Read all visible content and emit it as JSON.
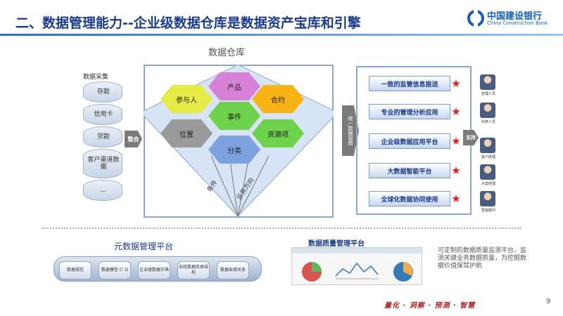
{
  "header": {
    "title": "二、数据管理能力--企业级数据仓库是数据资产宝库和引擎",
    "logo_cn": "中国建设银行",
    "logo_en": "China Construction Bank"
  },
  "warehouse": {
    "title": "数据仓库",
    "hexes": {
      "product": "产品",
      "party": "参与人",
      "contract": "合约",
      "event": "事件",
      "location": "位置",
      "resource": "资源项",
      "classification": "分类"
    },
    "dimensions": [
      "条件",
      "业务方向"
    ]
  },
  "sources": {
    "label": "数据采集",
    "items": [
      "存款",
      "信用卡",
      "贷款",
      "客户渠道数据",
      "…"
    ],
    "integrate_label": "整合"
  },
  "unify_label": "统一数据视图",
  "applications": {
    "items": [
      "一致的监管信息报送",
      "专业的管理分析应用",
      "企业级数据应用平台",
      "大数据智能平台",
      "全球化数据协同使用"
    ],
    "support_label": "支持",
    "people": [
      "管理人员",
      "科技人员",
      "客户经理",
      "大堂经理",
      "营销顾问"
    ]
  },
  "metadata": {
    "title": "元数据管理平台",
    "items": [
      "数据规范",
      "数据模型 C' D",
      "企业级数据字典",
      "系统数据库表结构",
      "数据血缘关系"
    ]
  },
  "data_quality": {
    "title": "数据质量管理平台",
    "description": "可定制的数据质量监测平台，监测关键业务数据质量，为挖掘数据价值保驾护航"
  },
  "footer": {
    "slogan": "量化 · 洞察 · 预测 · 智慧",
    "page": "9"
  }
}
